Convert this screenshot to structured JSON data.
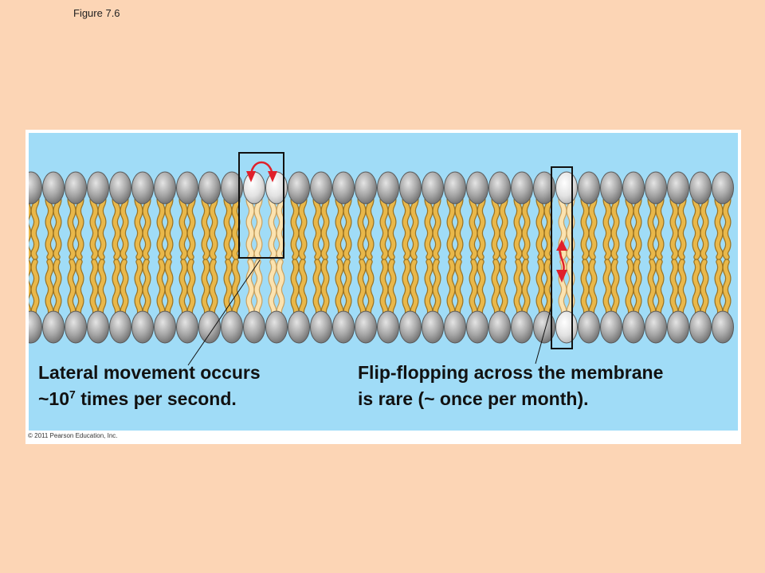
{
  "figure_label": "Figure 7.6",
  "lateral": {
    "line1": "Lateral movement occurs",
    "line2_prefix": "~10",
    "line2_exponent": "7",
    "line2_suffix": " times per second."
  },
  "flipflop": {
    "line1": "Flip-flopping across the membrane",
    "line2": "is rare (~ once per month)."
  },
  "copyright": "© 2011 Pearson Education, Inc.",
  "colors": {
    "background": "#fcd5b5",
    "panel": "#a0dcf7",
    "head": "#9a9a9a",
    "head_highlight": "#d8d8d8",
    "tail": "#e9b84a",
    "tail_highlight": "#fbe3b0",
    "arrow": "#e0202a"
  }
}
